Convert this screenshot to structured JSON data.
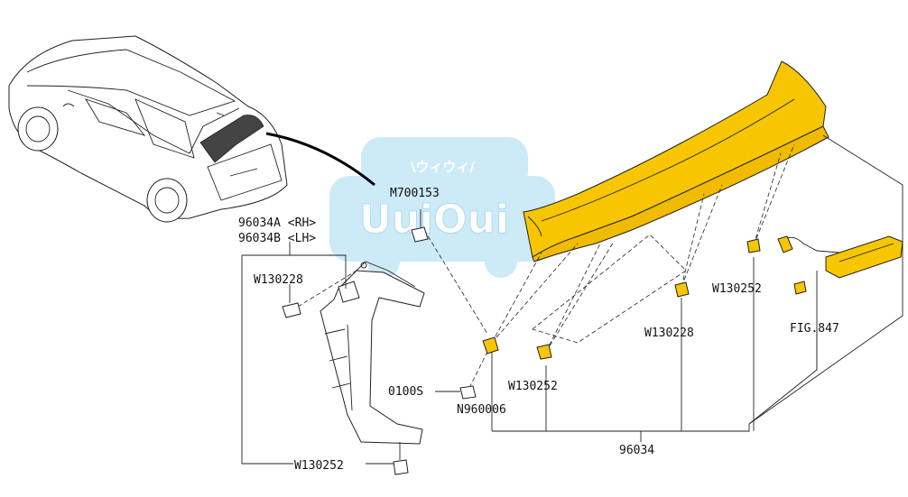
{
  "watermark": {
    "brand": "UuiOui",
    "tagline": "\\ウィウィ/"
  },
  "labels": {
    "m700153": "M700153",
    "p96034a": "96034A <RH>",
    "p96034b": "96034B <LH>",
    "w130228_left": "W130228",
    "w130252_bottom": "W130252",
    "p0100s": "0100S",
    "n960006": "N960006",
    "w130252_mid": "W130252",
    "w130228_right": "W130228",
    "w130252_right": "W130252",
    "fig847": "FIG.847",
    "p96034": "96034"
  },
  "colors": {
    "spoiler": "#f7c600",
    "watermark": "#8fd3ee",
    "line": "#222222"
  }
}
